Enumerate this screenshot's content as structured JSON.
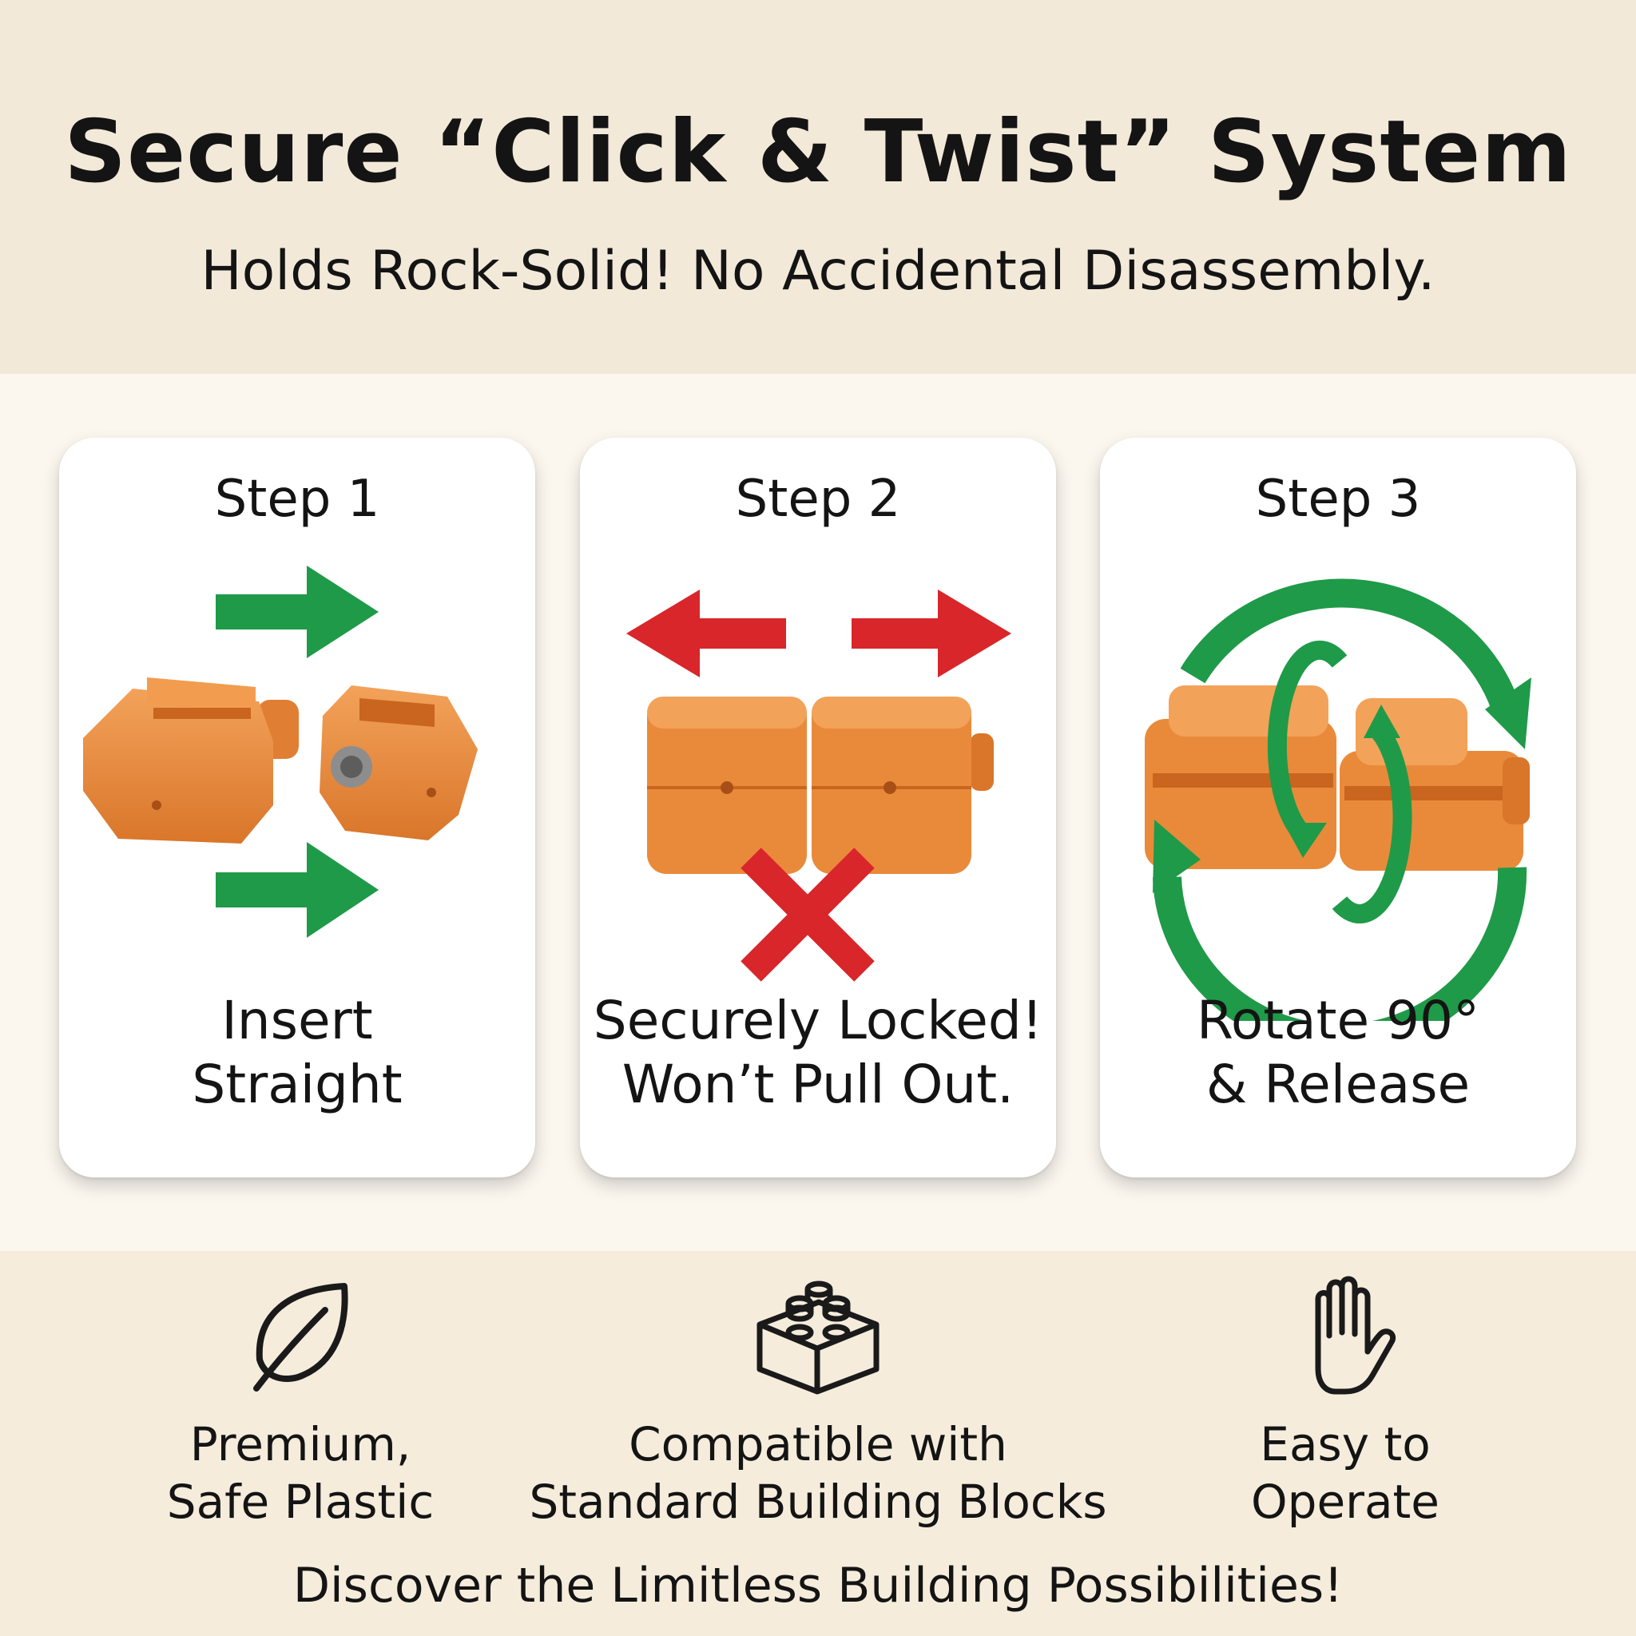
{
  "header": {
    "title": "Secure “Click & Twist” System",
    "subtitle": "Holds Rock-Solid! No Accidental Disassembly."
  },
  "steps": [
    {
      "label": "Step 1",
      "caption_lines": [
        "Insert",
        "Straight"
      ]
    },
    {
      "label": "Step 2",
      "caption_lines": [
        "Securely Locked!",
        "Won’t Pull Out."
      ]
    },
    {
      "label": "Step 3",
      "caption_lines": [
        "Rotate 90°",
        "& Release"
      ]
    }
  ],
  "features": [
    {
      "icon": "leaf-icon",
      "lines": [
        "Premium,",
        "Safe Plastic"
      ]
    },
    {
      "icon": "building-block-icon",
      "lines": [
        "Compatible with",
        "Standard Building Blocks"
      ]
    },
    {
      "icon": "hand-icon",
      "lines": [
        "Easy to",
        "Operate"
      ]
    }
  ],
  "tagline": "Discover the Limitless Building Possibilities!",
  "colors": {
    "accent_green": "#1f9a48",
    "accent_red": "#d8262a",
    "block_orange": "#e98a3a"
  }
}
